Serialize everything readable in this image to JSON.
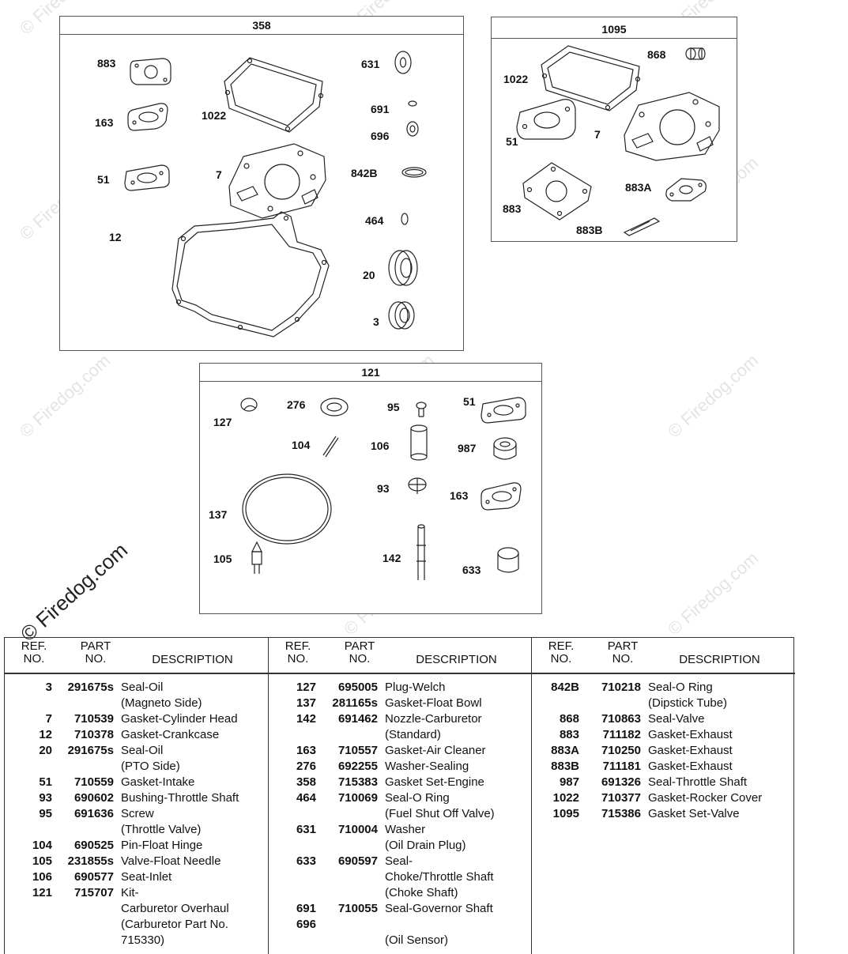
{
  "watermark": "© Firedog.com",
  "diagram": {
    "kit_358": {
      "title": "358",
      "labels": [
        "883",
        "163",
        "51",
        "12",
        "1022",
        "7",
        "631",
        "691",
        "696",
        "842B",
        "464",
        "20",
        "3"
      ]
    },
    "kit_1095": {
      "title": "1095",
      "labels": [
        "1022",
        "868",
        "51",
        "7",
        "883",
        "883A",
        "883B"
      ]
    },
    "kit_121": {
      "title": "121",
      "labels": [
        "127",
        "276",
        "95",
        "51",
        "104",
        "106",
        "987",
        "137",
        "93",
        "163",
        "105",
        "142",
        "633"
      ]
    }
  },
  "table": {
    "headers": {
      "ref": [
        "REF.",
        "NO."
      ],
      "part": [
        "PART",
        "NO."
      ],
      "desc": "DESCRIPTION"
    },
    "columns": [
      [
        {
          "ref": "3",
          "part": "291675s",
          "desc": "Seal-Oil"
        },
        {
          "ref": "",
          "part": "",
          "desc": "(Magneto Side)"
        },
        {
          "ref": "7",
          "part": "710539",
          "desc": "Gasket-Cylinder Head"
        },
        {
          "ref": "12",
          "part": "710378",
          "desc": "Gasket-Crankcase"
        },
        {
          "ref": "20",
          "part": "291675s",
          "desc": "Seal-Oil"
        },
        {
          "ref": "",
          "part": "",
          "desc": "(PTO Side)"
        },
        {
          "ref": "51",
          "part": "710559",
          "desc": "Gasket-Intake"
        },
        {
          "ref": "93",
          "part": "690602",
          "desc": "Bushing-Throttle Shaft"
        },
        {
          "ref": "95",
          "part": "691636",
          "desc": "Screw"
        },
        {
          "ref": "",
          "part": "",
          "desc": "(Throttle Valve)"
        },
        {
          "ref": "104",
          "part": "690525",
          "desc": "Pin-Float Hinge"
        },
        {
          "ref": "105",
          "part": "231855s",
          "desc": "Valve-Float Needle"
        },
        {
          "ref": "106",
          "part": "690577",
          "desc": "Seat-Inlet"
        },
        {
          "ref": "121",
          "part": "715707",
          "desc": "Kit-"
        },
        {
          "ref": "",
          "part": "",
          "desc": "Carburetor Overhaul"
        },
        {
          "ref": "",
          "part": "",
          "desc": "(Carburetor Part No."
        },
        {
          "ref": "",
          "part": "",
          "desc": "715330)"
        }
      ],
      [
        {
          "ref": "127",
          "part": "695005",
          "desc": "Plug-Welch"
        },
        {
          "ref": "137",
          "part": "281165s",
          "desc": "Gasket-Float Bowl"
        },
        {
          "ref": "142",
          "part": "691462",
          "desc": "Nozzle-Carburetor"
        },
        {
          "ref": "",
          "part": "",
          "desc": "(Standard)"
        },
        {
          "ref": "163",
          "part": "710557",
          "desc": "Gasket-Air Cleaner"
        },
        {
          "ref": "276",
          "part": "692255",
          "desc": "Washer-Sealing"
        },
        {
          "ref": "358",
          "part": "715383",
          "desc": "Gasket Set-Engine"
        },
        {
          "ref": "464",
          "part": "710069",
          "desc": "Seal-O Ring"
        },
        {
          "ref": "",
          "part": "",
          "desc": "(Fuel Shut Off Valve)"
        },
        {
          "ref": "631",
          "part": "710004",
          "desc": "Washer"
        },
        {
          "ref": "",
          "part": "",
          "desc": "(Oil Drain Plug)"
        },
        {
          "ref": "633",
          "part": "690597",
          "desc": "Seal-"
        },
        {
          "ref": "",
          "part": "",
          "desc": "Choke/Throttle Shaft"
        },
        {
          "ref": "",
          "part": "",
          "desc": "(Choke Shaft)"
        },
        {
          "ref": "691",
          "part": "710055",
          "desc": "Seal-Governor Shaft"
        },
        {
          "ref": "696",
          "part": "",
          "desc": ""
        },
        {
          "ref": "",
          "part": "",
          "desc": "(Oil Sensor)"
        }
      ],
      [
        {
          "ref": "842B",
          "part": "710218",
          "desc": "Seal-O Ring"
        },
        {
          "ref": "",
          "part": "",
          "desc": "(Dipstick Tube)"
        },
        {
          "ref": "868",
          "part": "710863",
          "desc": "Seal-Valve"
        },
        {
          "ref": "883",
          "part": "711182",
          "desc": "Gasket-Exhaust"
        },
        {
          "ref": "883A",
          "part": "710250",
          "desc": "Gasket-Exhaust"
        },
        {
          "ref": "883B",
          "part": "711181",
          "desc": "Gasket-Exhaust"
        },
        {
          "ref": "987",
          "part": "691326",
          "desc": "Seal-Throttle Shaft"
        },
        {
          "ref": "1022",
          "part": "710377",
          "desc": "Gasket-Rocker Cover"
        },
        {
          "ref": "1095",
          "part": "715386",
          "desc": "Gasket Set-Valve"
        }
      ]
    ]
  }
}
